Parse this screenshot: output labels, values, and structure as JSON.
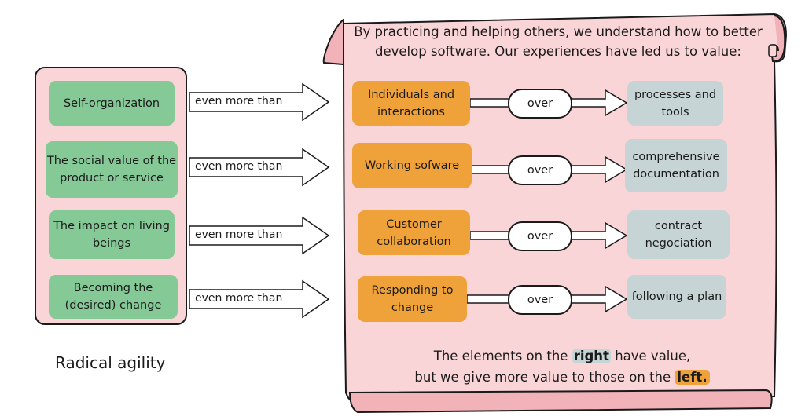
{
  "left_panel": {
    "items": [
      "Self-organization",
      "The social value of the product or service",
      "The impact on living beings",
      "Becoming the (desired) change"
    ],
    "connector": "even more than",
    "caption": "Radical agility"
  },
  "scroll": {
    "intro": "By practicing and helping others, we understand how to better develop software. Our experiences have led us to value:",
    "rows": [
      {
        "left": "Individuals and interactions",
        "over": "over",
        "right": "processes and tools"
      },
      {
        "left": "Working sofware",
        "over": "over",
        "right": "comprehensive documentation"
      },
      {
        "left": "Customer collaboration",
        "over": "over",
        "right": "contract negociation"
      },
      {
        "left": "Responding to change",
        "over": "over",
        "right": "following a plan"
      }
    ],
    "footer": {
      "line1_a": "The elements on the",
      "line1_highlight": "right",
      "line1_b": "have value,",
      "line2_a": "but we give more value to those on the",
      "line2_highlight": "left."
    }
  },
  "colors": {
    "pink": "#f9d5d8",
    "green": "#85c996",
    "orange": "#f0a23a",
    "grey": "#c6d4d6"
  }
}
